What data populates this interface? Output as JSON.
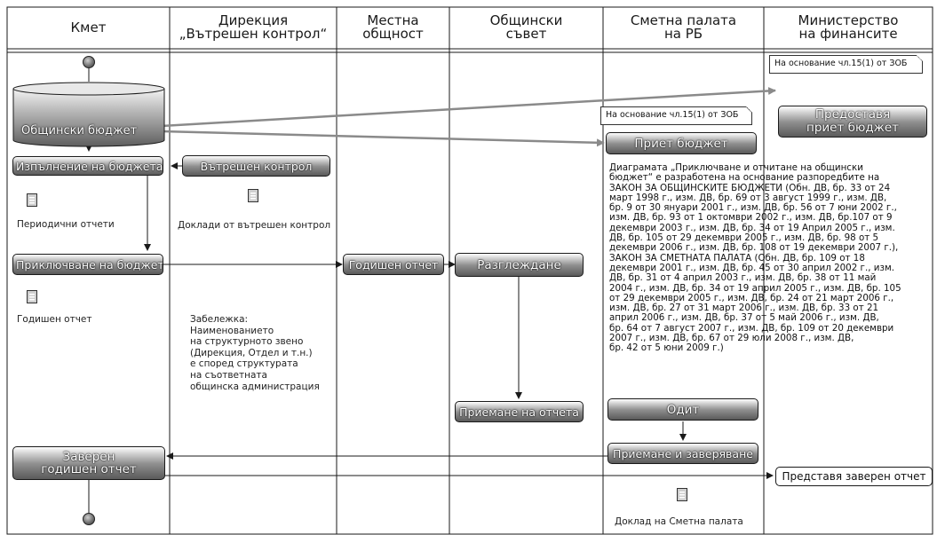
{
  "lanes": [
    {
      "line1": "Кмет",
      "line2": ""
    },
    {
      "line1": "Дирекция",
      "line2": "„Вътрешен контрол“"
    },
    {
      "line1": "Местна",
      "line2": "общност"
    },
    {
      "line1": "Общински",
      "line2": "съвет"
    },
    {
      "line1": "Сметна палата",
      "line2": "на РБ"
    },
    {
      "line1": "Министерство",
      "line2": "на финансите"
    }
  ],
  "boxes": {
    "budget": "Общински бюджет",
    "execution": "Изпълнение на бюджета",
    "internal_control": "Вътрешен контрол",
    "closing": "Приключване на бюджета",
    "annual_report": "Годишен отчет",
    "review": "Разглеждане",
    "acceptance": "Приемане на отчета",
    "accept_budget": "Приет бюджет",
    "audit": "Одит",
    "accept_certify": "Приемане и заверяване",
    "certified_line1": "Заверен",
    "certified_line2": "годишен отчет",
    "provide_line1": "Предоставя",
    "provide_line2": "приет бюджет",
    "present_certified": "Представя заверен отчет"
  },
  "labels": {
    "periodic_reports": "Периодични отчети",
    "control_reports": "Доклади от вътрешен контрол",
    "annual_report_doc": "Годишен отчет",
    "audit_report_doc": "Доклад на Сметна палата"
  },
  "notes": {
    "sp_note": "На основание чл.15(1) от ЗОБ",
    "mf_note": "На основание чл.15(1) от ЗОБ"
  },
  "remark_lines": [
    "Забележка:",
    "Наименованието",
    "на структурното звено",
    "(Дирекция, Отдел и т.н.)",
    "е според структурата",
    "на съответната",
    "общинска администрация"
  ],
  "paragraph_lines": [
    "Диаграмата „Приключване и отчитане на общински",
    "бюджет“ е разработена на основание разпоредбите на",
    "ЗАКОН ЗА ОБЩИНСКИТЕ БЮДЖЕТИ (Обн. ДВ, бр. 33 от 24",
    "март 1998 г., изм. ДВ, бр. 69 от 3 август 1999 г., изм. ДВ,",
    "бр. 9 от 30 януари 2001 г., изм. ДВ, бр. 56 от 7 юни 2002 г.,",
    "изм. ДВ, бр. 93 от 1 октомври 2002 г., изм. ДВ, бр.107 от 9",
    "декември 2003 г., изм. ДВ, бр. 34 от 19 Април 2005 г., изм.",
    "ДВ, бр. 105 от 29 декември 2005 г., изм. ДВ, бр. 98 от 5",
    "декември 2006 г., изм. ДВ, бр. 108 от 19 декември 2007 г.),",
    "ЗАКОН ЗА СМЕТНАТА ПАЛАТА (Обн. ДВ, бр. 109 от 18",
    "декември 2001 г., изм. ДВ, бр. 45 от 30 април 2002 г., изм.",
    "ДВ, бр. 31 от 4 април 2003 г., изм. ДВ, бр. 38 от 11 май",
    "2004 г., изм. ДВ, бр. 34 от 19 април 2005 г., изм. ДВ, бр. 105",
    "от 29 декември 2005 г., изм. ДВ, бр. 24 от 21 март 2006 г.,",
    "изм. ДВ, бр. 27 от 31 март 2006 г., изм. ДВ, бр. 33 от 21",
    "април 2006 г., изм. ДВ, бр. 37 от 5 май 2006 г., изм. ДВ,",
    "бр. 64 от 7 август 2007 г., изм. ДВ, бр. 109 от 20 декември",
    "2007 г., изм. ДВ, бр. 67 от 29 юли 2008 г., изм. ДВ,",
    "бр. 42 от 5 юни 2009 г.)"
  ],
  "colors": {
    "line": "#1a1a1a",
    "arrow_light": "#8a8a8a",
    "box_dark": "#5a5a5a"
  },
  "icons": [
    "document-icon",
    "start-node-icon",
    "end-node-icon"
  ]
}
